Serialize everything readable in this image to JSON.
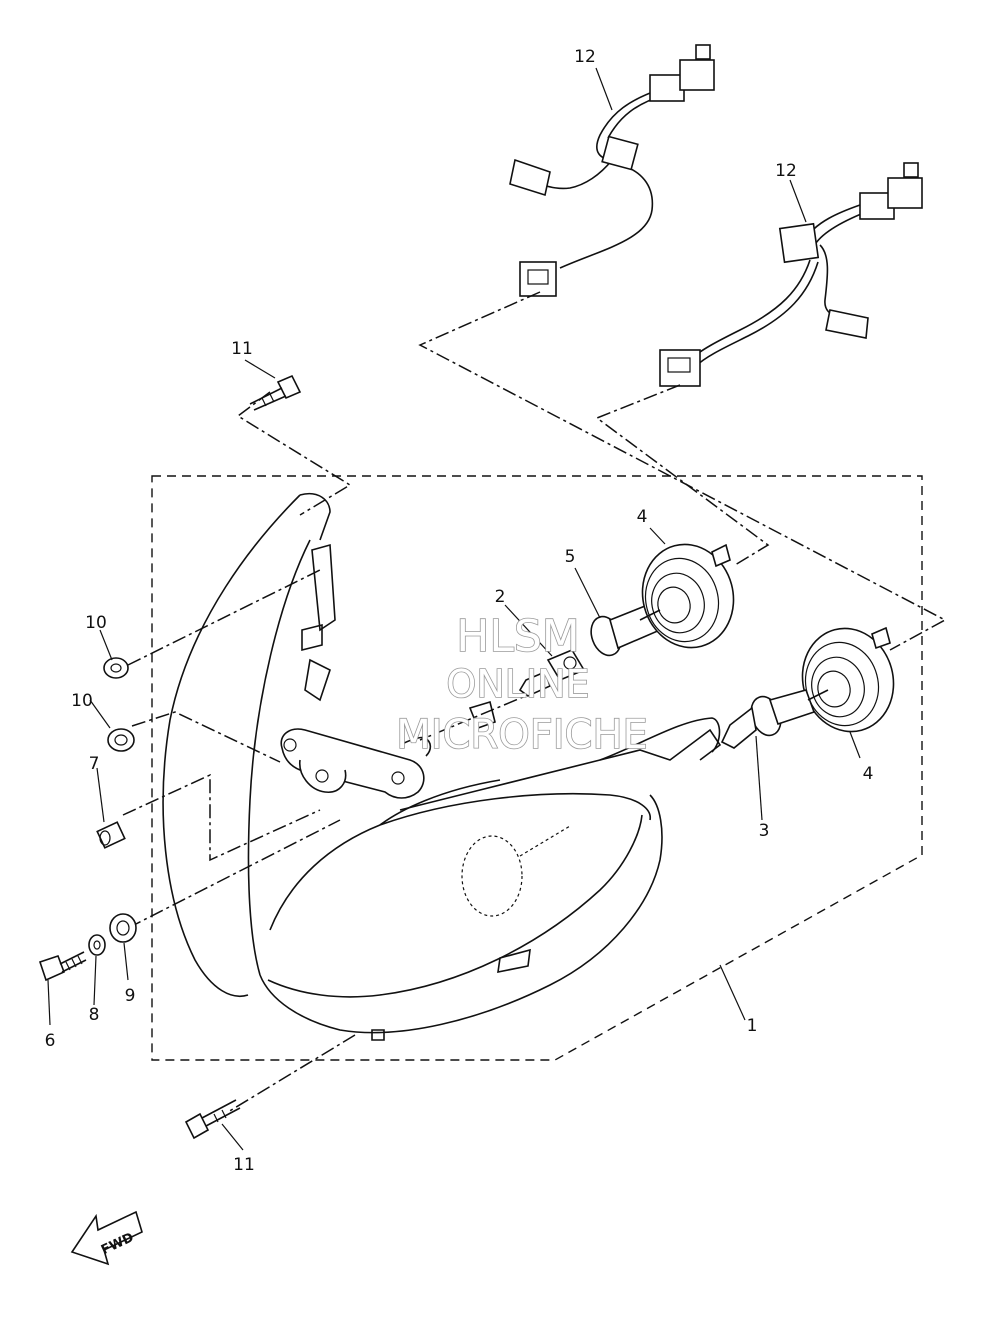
{
  "watermark": {
    "line1": "HLSM",
    "line2": "ONLINE",
    "line3": "MICROFICHE"
  },
  "direction_indicator": {
    "label": "FWD"
  },
  "callouts": {
    "c1": "1",
    "c2": "2",
    "c3": "3",
    "c4a": "4",
    "c4b": "4",
    "c5": "5",
    "c6": "6",
    "c7": "7",
    "c8": "8",
    "c9": "9",
    "c10a": "10",
    "c10b": "10",
    "c11a": "11",
    "c11b": "11",
    "c12a": "12",
    "c12b": "12"
  }
}
